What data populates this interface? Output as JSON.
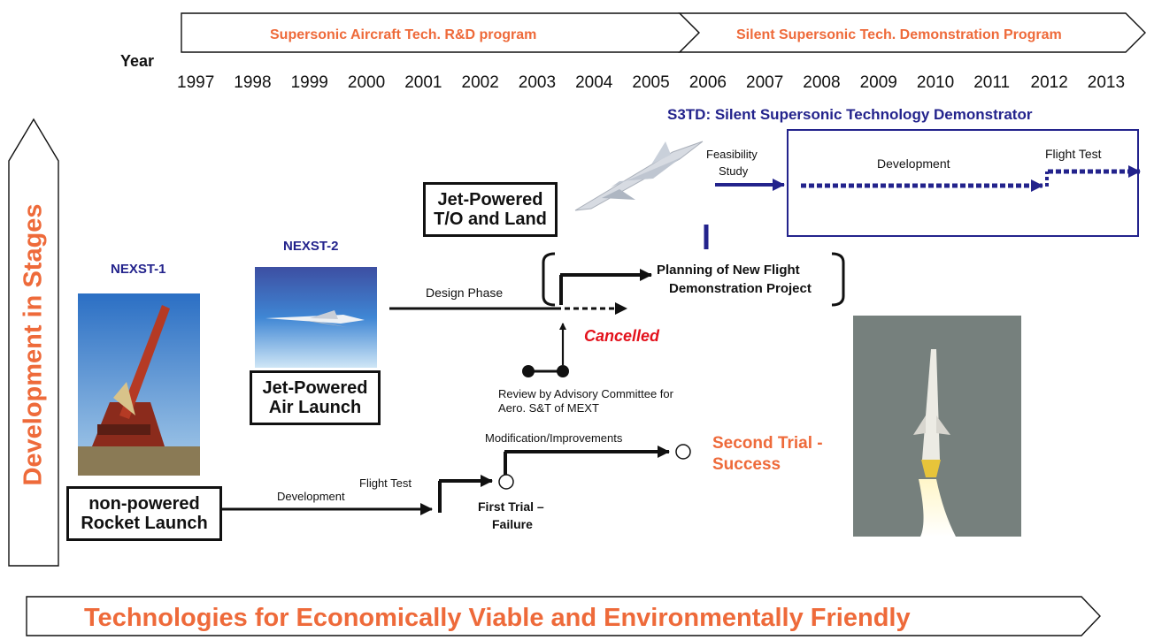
{
  "programs": {
    "first": "Supersonic Aircraft Tech.  R&D program",
    "second": "Silent Supersonic Tech. Demonstration Program"
  },
  "year_label": "Year",
  "years": [
    "1997",
    "1998",
    "1999",
    "2000",
    "2001",
    "2002",
    "2003",
    "2004",
    "2005",
    "2006",
    "2007",
    "2008",
    "2009",
    "2010",
    "2011",
    "2012",
    "2013"
  ],
  "vertical_label": "Development in Stages",
  "bottom_banner": "Technologies for Economically Viable and Environmentally Friendly",
  "s3td": {
    "title": "S3TD: Silent Supersonic Technology Demonstrator",
    "feasibility_line1": "Feasibility",
    "feasibility_line2": "Study",
    "development": "Development",
    "flight_test": "Flight Test"
  },
  "jet_takeoff_box": {
    "line1": "Jet-Powered",
    "line2": "T/O and Land"
  },
  "nexst2": {
    "label": "NEXST-2",
    "box_line1": "Jet-Powered",
    "box_line2": "Air Launch",
    "design_phase": "Design Phase"
  },
  "planning": {
    "line1": "Planning of New Flight",
    "line2": "Demonstration Project"
  },
  "cancelled": "Cancelled",
  "review": {
    "line1": "Review by Advisory Committee for",
    "line2": "Aero. S&T of MEXT"
  },
  "nexst1": {
    "label": "NEXST-1",
    "box_line1": "non-powered",
    "box_line2": "Rocket Launch",
    "development": "Development",
    "flight_test": "Flight Test",
    "first_trial_line1": "First Trial –",
    "first_trial_line2": "Failure",
    "modification": "Modification/Improvements",
    "second_trial_line1": "Second Trial -",
    "second_trial_line2": "Success"
  },
  "colors": {
    "accent_orange": "#ee6a3a",
    "navy": "#23238c",
    "red": "#e3121c"
  },
  "icons": [
    "nexst1-rocket-photo",
    "nexst2-jet-photo",
    "s3td-aircraft-render",
    "rocket-launch-photo"
  ]
}
